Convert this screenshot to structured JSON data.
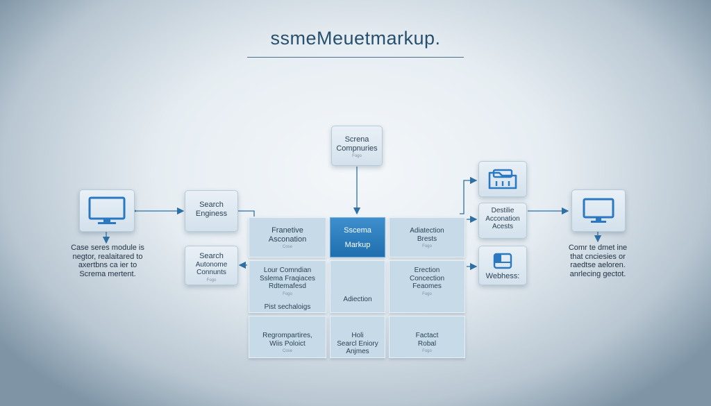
{
  "title": "ssmeMeuetmarkup.",
  "nodes": {
    "schema_companies": {
      "line1": "Screna",
      "line2": "Compnuries",
      "sub": "Fogo"
    },
    "search_engines": {
      "line1": "Search",
      "line2": "Enginess"
    },
    "search_autonome": {
      "line1": "Search",
      "line2": "Autonome",
      "line3": "Connunts",
      "sub": "Fogo"
    },
    "destilie": {
      "line1": "Destilie",
      "line2": "Acconation",
      "line3": "Acests"
    },
    "webhess": {
      "label": "Webhess:"
    }
  },
  "grid": {
    "frantive": {
      "line1": "Franetive",
      "line2": "Asconation",
      "sub": "Cose"
    },
    "schema_markup": {
      "line1": "Sscema",
      "line2": "Markup"
    },
    "addition_briets": {
      "line1": "Adiatection",
      "line2": "Brests",
      "sub": "Fogo"
    },
    "lour_commidian": {
      "line1": "Lour Comndian",
      "line2": "Sslema Fraqiaces",
      "line3": "Rdtemafesd",
      "sub": "Fogo"
    },
    "pist_sechologs": {
      "label": "Pist sechaloigs"
    },
    "adiection": {
      "label": "Adiection"
    },
    "erection": {
      "line1": "Erection",
      "line2": "Concection",
      "line3": "Feaomes",
      "sub": "Fogo"
    },
    "regrompartires": {
      "line1": "Regrompartires,",
      "line2": "Wiis Poloict",
      "sub": "Cose"
    },
    "holi": {
      "line1": "Holi",
      "line2": "Searcl Eniory",
      "line3": "Anjmes"
    },
    "factact_robal": {
      "line1": "Factact",
      "line2": "Robal",
      "sub": "Fogo"
    }
  },
  "captions": {
    "left": {
      "line1": "Case seres module is",
      "line2": "negtor, realaitared to",
      "line3": "axertbns ca  ier to",
      "line4": "Screma mertent."
    },
    "right": {
      "line1": "Comr te dmet ine",
      "line2": "that cnciesies or",
      "line3": "raedtse aeloren.",
      "line4": "anrlecing gectot."
    }
  },
  "icons": {
    "left_monitor": "monitor-icon",
    "right_monitor": "monitor-icon",
    "folder": "folder-icon",
    "browser": "browser-window-icon"
  },
  "colors": {
    "accent": "#1f6fae",
    "wire": "#2e6fa6",
    "icon": "#2a78c2"
  }
}
